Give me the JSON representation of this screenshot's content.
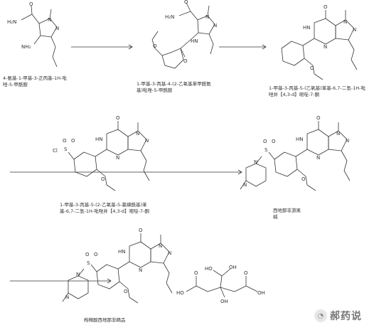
{
  "compounds": [
    {
      "caption": "4-氨基-1-甲基-3-正丙基-1H-吡唑-5-甲酰胺"
    },
    {
      "caption": "1-甲基-3-丙基-4-(2-乙氧基苯甲酰氨基)吡唑-5-甲酰胺"
    },
    {
      "caption": "1-甲基-3-丙基-5-(乙氧基)苯基-6,7-二氢-1H-吡唑并【4,3-d】嘧啶-7-酮"
    },
    {
      "caption": "1-甲基-3-丙基-5-(2-乙氧基-5-氯磺酰基)苯基-6,7-二氢-1H-吡唑并【4,3-d】嘧啶-7-酮"
    },
    {
      "caption": "西地那非游离碱"
    },
    {
      "caption": "枸橼酸西地那非精品"
    }
  ],
  "atoms": {
    "amide_h2n": "H₂N",
    "nh2": "NH₂",
    "nh": "NH",
    "hn": "HN",
    "o": "O",
    "n": "N",
    "cl": "Cl",
    "s": "S",
    "oh": "OH",
    "ho": "HO"
  },
  "watermark": {
    "text": "郝药说"
  }
}
